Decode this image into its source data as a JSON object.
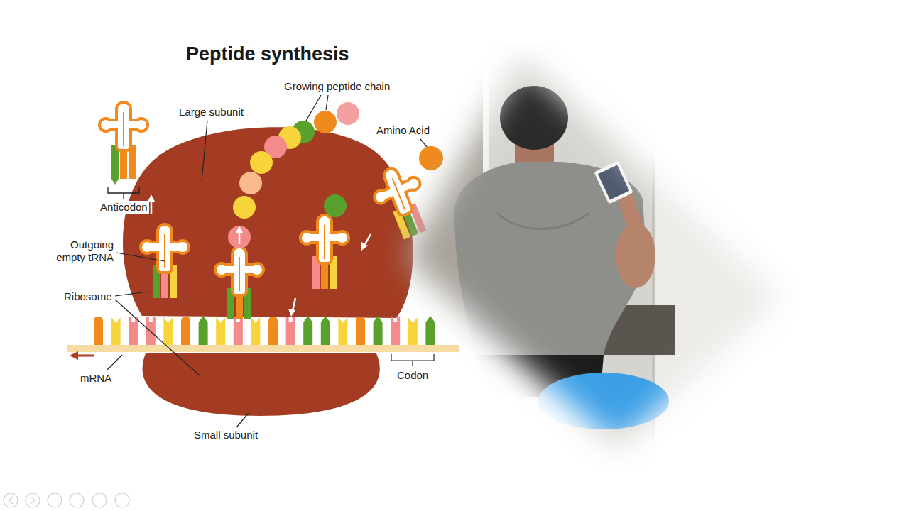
{
  "diagram": {
    "title": "Peptide synthesis",
    "labels": [
      "Growing peptide chain",
      "Large subunit",
      "Amino Acid",
      "Anticodon",
      "Outgoing empty tRNA",
      "Ribosome",
      "mRNA",
      "Codon",
      "Small subunit"
    ]
  }
}
